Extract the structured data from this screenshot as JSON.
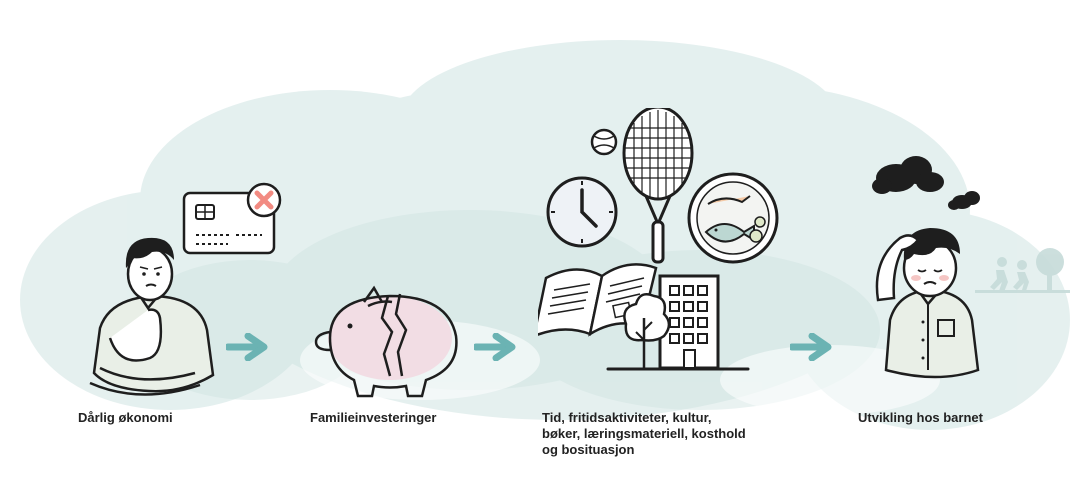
{
  "steps": [
    {
      "label": "Dårlig økonomi",
      "icon": "worried-person-with-declined-card-icon"
    },
    {
      "label": "Familieinvesteringer",
      "icon": "broken-piggy-bank-icon"
    },
    {
      "label": "Tid, fritidsaktiviteter, kultur,\nbøker, læringsmateriell, kosthold\nog bosituasjon",
      "icon": "clock-racket-book-food-building-icons"
    },
    {
      "label": "Utvikling hos barnet",
      "icon": "stressed-child-with-dark-clouds-icon"
    }
  ],
  "connectors": [
    "arrow-right-icon",
    "arrow-right-icon",
    "arrow-right-icon"
  ],
  "colors": {
    "arrow": "#6bb3b3",
    "line": "#1e1e1e",
    "cloud": "#d9e9e8",
    "piggy": "#f2dde4",
    "card": "#ffffff",
    "card_x": "#f28b82",
    "shirt": "#e9efe7",
    "text": "#222222"
  }
}
